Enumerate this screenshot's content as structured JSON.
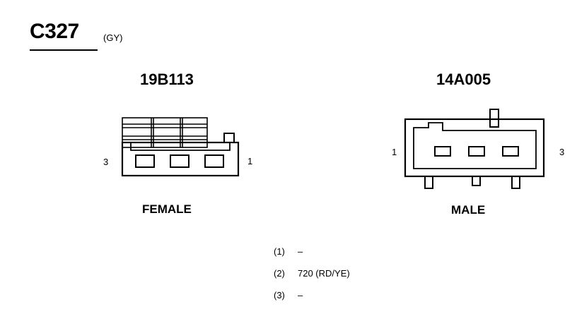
{
  "connector": {
    "id": "C327",
    "color": "(GY)"
  },
  "female": {
    "part_number": "19B113",
    "label": "FEMALE",
    "pin_left": "3",
    "pin_right": "1"
  },
  "male": {
    "part_number": "14A005",
    "label": "MALE",
    "pin_left": "1",
    "pin_right": "3"
  },
  "circuits": [
    {
      "pin": "(1)",
      "value": "–"
    },
    {
      "pin": "(2)",
      "value": "720 (RD/YE)"
    },
    {
      "pin": "(3)",
      "value": "–"
    }
  ]
}
